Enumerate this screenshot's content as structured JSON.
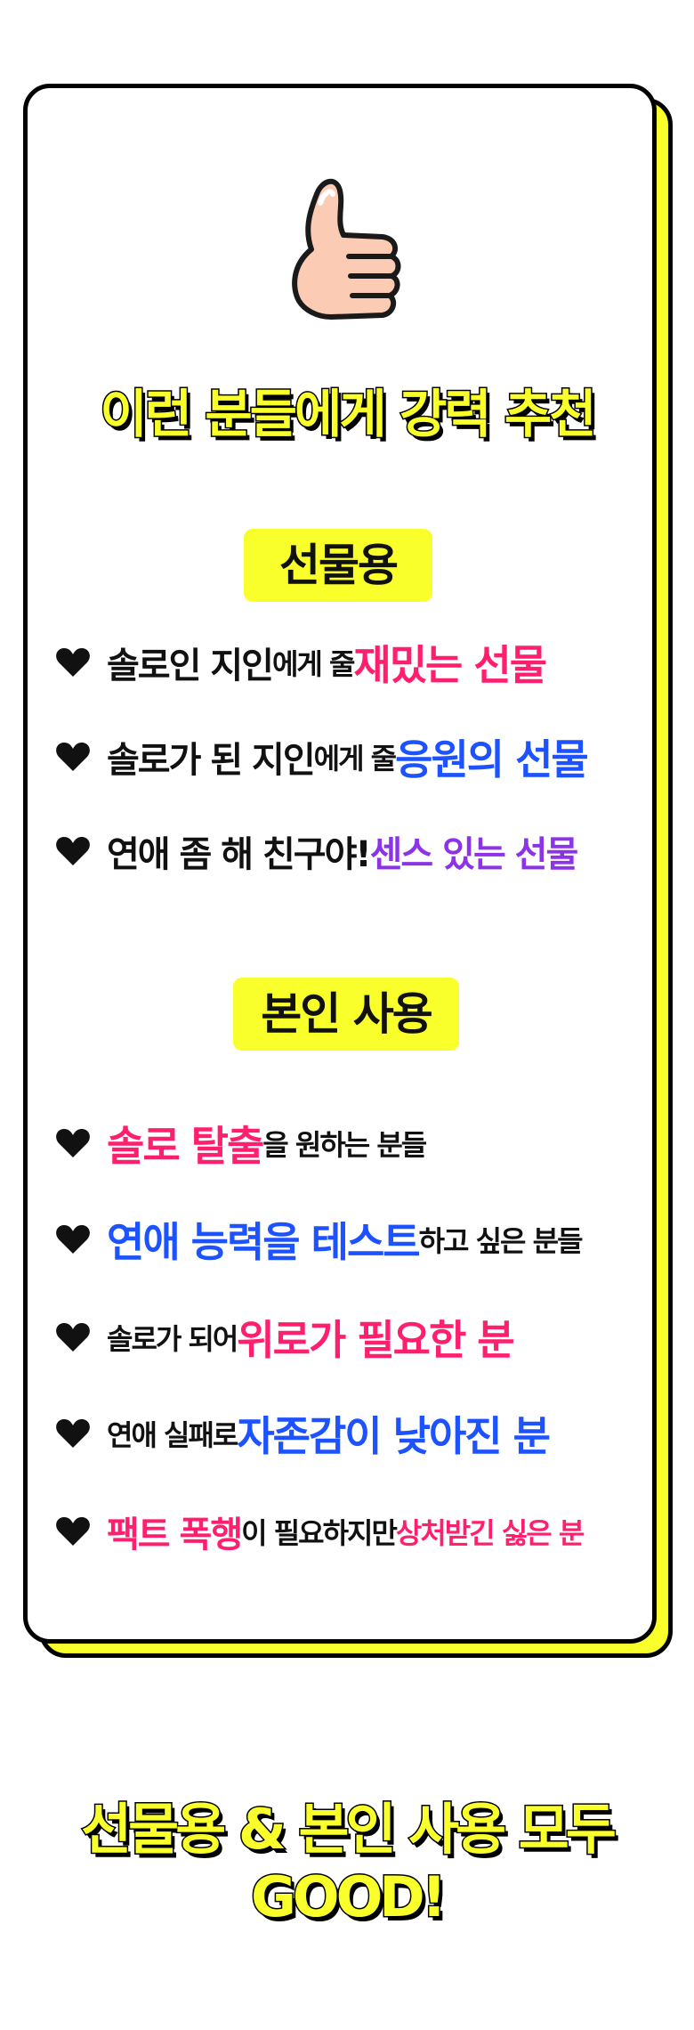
{
  "colors": {
    "accent_yellow": "#f8ff2b",
    "outline_black": "#000000",
    "pink": "#ff1f6e",
    "blue": "#1c52ff",
    "purple": "#8c33e8"
  },
  "icons": {
    "top": "thumbs-up-icon",
    "bullet": "heart-icon"
  },
  "headline": "이런 분들에게 강력 추천",
  "gift_section": {
    "title": "선물용",
    "items": [
      {
        "a": "솔로인 지인",
        "b": "에게 줄 ",
        "c": "재밌는 선물"
      },
      {
        "a": "솔로가 된 지인",
        "b": "에게 줄 ",
        "c": "응원의 선물"
      },
      {
        "a": "연애 좀 해 친구야! ",
        "c": "센스 있는 선물"
      }
    ]
  },
  "self_section": {
    "title": "본인 사용",
    "items": [
      {
        "a": "솔로 탈출",
        "b": "을 원하는 분들"
      },
      {
        "a": "연애 능력을 테스트",
        "b": " 하고 싶은 분들"
      },
      {
        "a": "솔로가 되어 ",
        "c": "위로가 필요한 분"
      },
      {
        "a": "연애 실패로 ",
        "c": "자존감이 낮아진 분"
      },
      {
        "a": "팩트 폭행",
        "b": "이 필요하지만 ",
        "c": "상처받긴 싫은 분"
      }
    ]
  },
  "footer_headline": "선물용 & 본인 사용 모두 GOOD!"
}
